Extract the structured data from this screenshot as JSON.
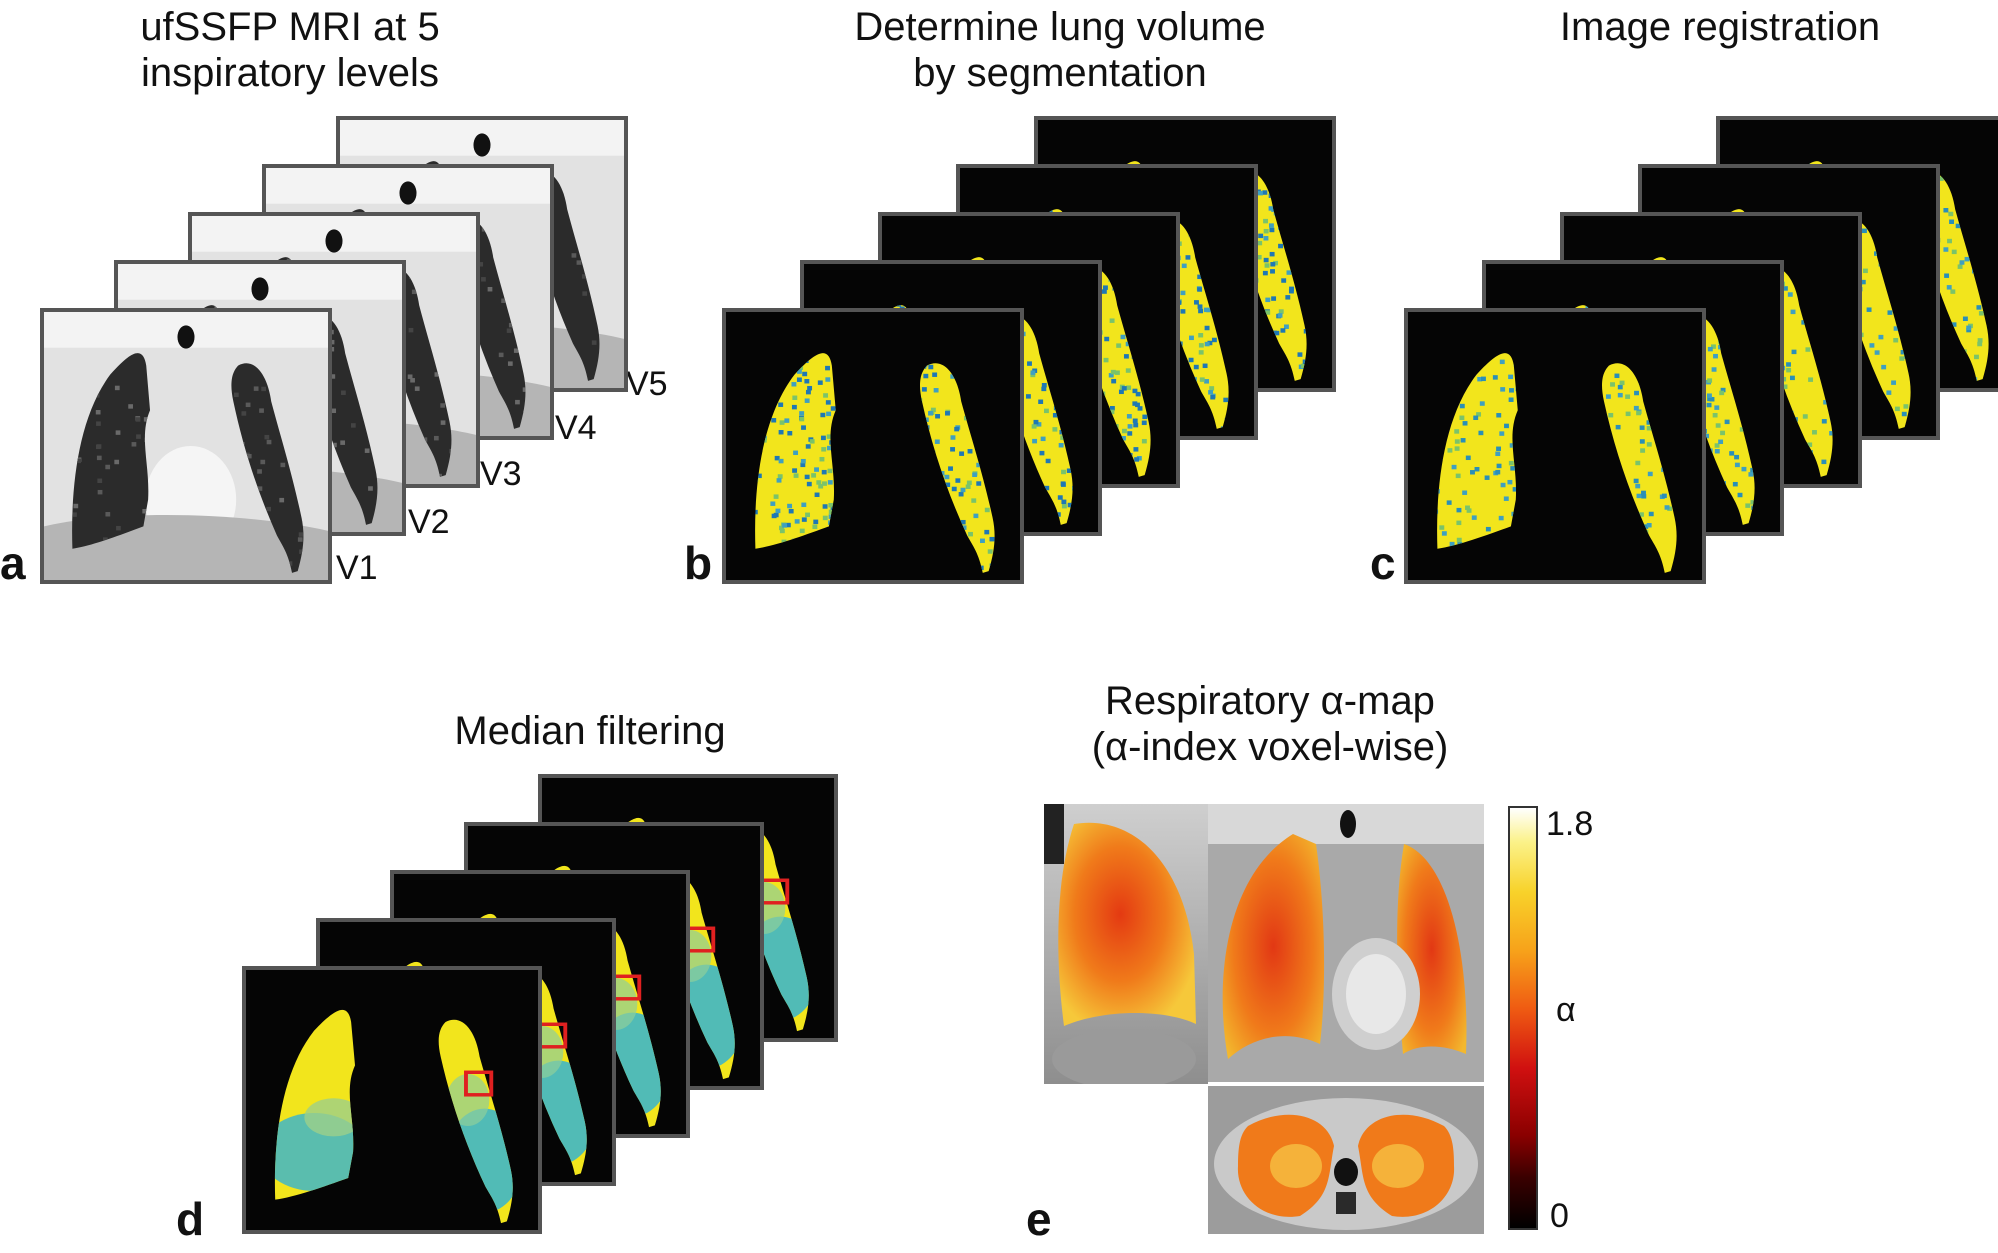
{
  "panels": {
    "a": {
      "label": "a",
      "title_line1": "ufSSFP MRI at 5",
      "title_line2": "inspiratory levels",
      "volumes": [
        "V1",
        "V2",
        "V3",
        "V4",
        "V5"
      ]
    },
    "b": {
      "label": "b",
      "title_line1": "Determine lung volume",
      "title_line2": "by segmentation"
    },
    "c": {
      "label": "c",
      "title_line1": "Image registration"
    },
    "d": {
      "label": "d",
      "title_line1": "Median filtering"
    },
    "e": {
      "label": "e",
      "title_line1": "Respiratory α-map",
      "title_line2": "(α-index voxel-wise)",
      "colorbar": {
        "max": "1.8",
        "min": "0",
        "symbol": "α"
      }
    }
  },
  "colors": {
    "frame": "#555555",
    "roi": "#e02020",
    "lung_yellow": "#f2e51c",
    "lung_blue": "#1f78b4",
    "lung_cyan": "#3fb6c8",
    "alpha_orange": "#f07a1a"
  }
}
